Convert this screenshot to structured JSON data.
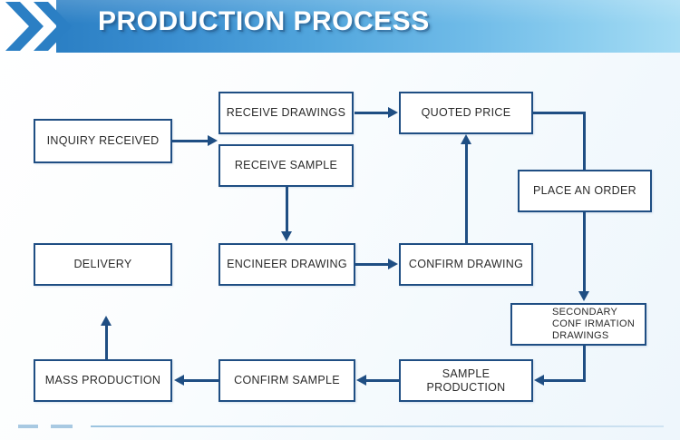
{
  "header": {
    "title": "PRODUCTION PROCESS",
    "chevron_icon": "double-chevron-right-icon",
    "accent_start": "#2b7fc4",
    "accent_end": "#a6dcf4"
  },
  "theme": {
    "box_border": "#1f4e83",
    "box_fill": "#ffffff",
    "connector": "#1f4e83",
    "text": "#2a2a2a",
    "page_background": "#ffffff",
    "footer_rule": "#a8c9e2"
  },
  "flowchart": {
    "type": "process-flow-diagram",
    "nodes": [
      {
        "id": "inquiry-received",
        "label": "INQUIRY RECEIVED"
      },
      {
        "id": "receive-drawings",
        "label": "RECEIVE DRAWINGS"
      },
      {
        "id": "receive-sample",
        "label": "RECEIVE SAMPLE"
      },
      {
        "id": "quoted-price",
        "label": "QUOTED PRICE"
      },
      {
        "id": "place-an-order",
        "label": "PLACE AN ORDER"
      },
      {
        "id": "encineer-drawing",
        "label": "ENCINEER DRAWING"
      },
      {
        "id": "confirm-drawing",
        "label": "CONFIRM DRAWING"
      },
      {
        "id": "delivery",
        "label": "DELIVERY"
      },
      {
        "id": "secondary-confirmation-drawings",
        "label_line1": "SECONDARY",
        "label_line2": "CONF IRMATION",
        "label_line3": "DRAWINGS"
      },
      {
        "id": "sample-production",
        "label": "SAMPLE PRODUCTION"
      },
      {
        "id": "confirm-sample",
        "label": "CONFIRM SAMPLE"
      },
      {
        "id": "mass-production",
        "label": "MASS PRODUCTION"
      }
    ],
    "edges": [
      {
        "from": "inquiry-received",
        "to": "receive-drawings",
        "direction": "right"
      },
      {
        "from": "inquiry-received",
        "to": "receive-sample",
        "direction": "right"
      },
      {
        "from": "receive-drawings",
        "to": "quoted-price",
        "direction": "right"
      },
      {
        "from": "receive-sample",
        "to": "encineer-drawing",
        "direction": "down"
      },
      {
        "from": "quoted-price",
        "to": "place-an-order",
        "direction": "down"
      },
      {
        "from": "encineer-drawing",
        "to": "confirm-drawing",
        "direction": "right"
      },
      {
        "from": "confirm-drawing",
        "to": "quoted-price",
        "direction": "up"
      },
      {
        "from": "place-an-order",
        "to": "secondary-confirmation-drawings",
        "direction": "down"
      },
      {
        "from": "secondary-confirmation-drawings",
        "to": "sample-production",
        "direction": "left"
      },
      {
        "from": "sample-production",
        "to": "confirm-sample",
        "direction": "left"
      },
      {
        "from": "confirm-sample",
        "to": "mass-production",
        "direction": "left"
      },
      {
        "from": "mass-production",
        "to": "delivery",
        "direction": "up"
      }
    ]
  }
}
